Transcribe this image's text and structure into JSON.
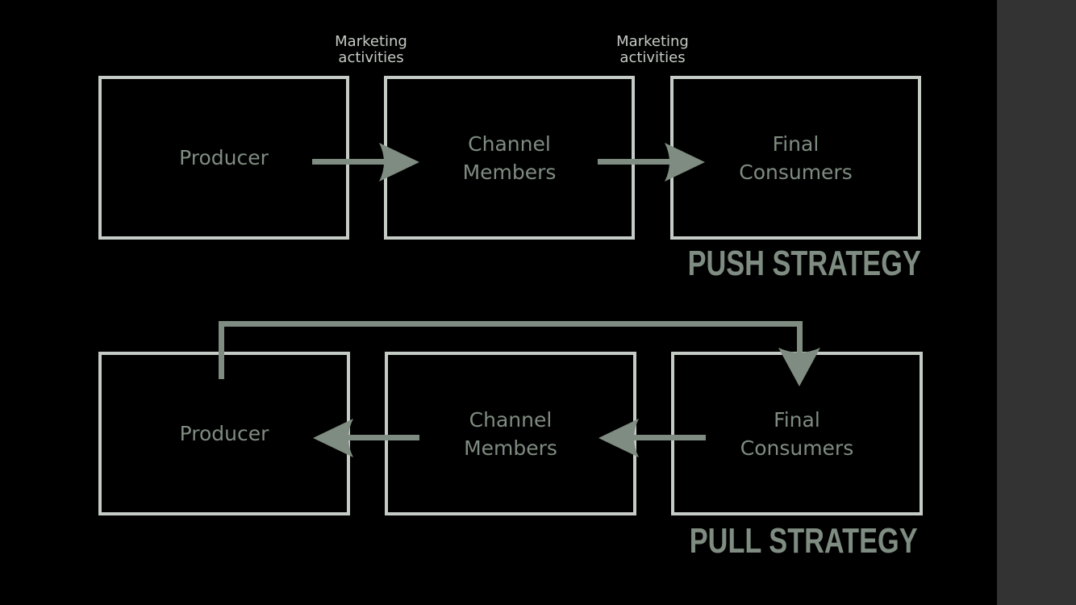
{
  "colors": {
    "background": "#000000",
    "side_panel": "#333333",
    "box_border": "#c5cbc5",
    "text": "#7f8c81",
    "arrow": "#7f8c81"
  },
  "push": {
    "notes": [
      "Marketing\nactivities",
      "Marketing\nactivities"
    ],
    "boxes": [
      "Producer",
      "Channel\nMembers",
      "Final\nConsumers"
    ],
    "title": "PUSH STRATEGY"
  },
  "pull": {
    "boxes": [
      "Producer",
      "Channel\nMembers",
      "Final\nConsumers"
    ],
    "title": "PULL STRATEGY"
  }
}
